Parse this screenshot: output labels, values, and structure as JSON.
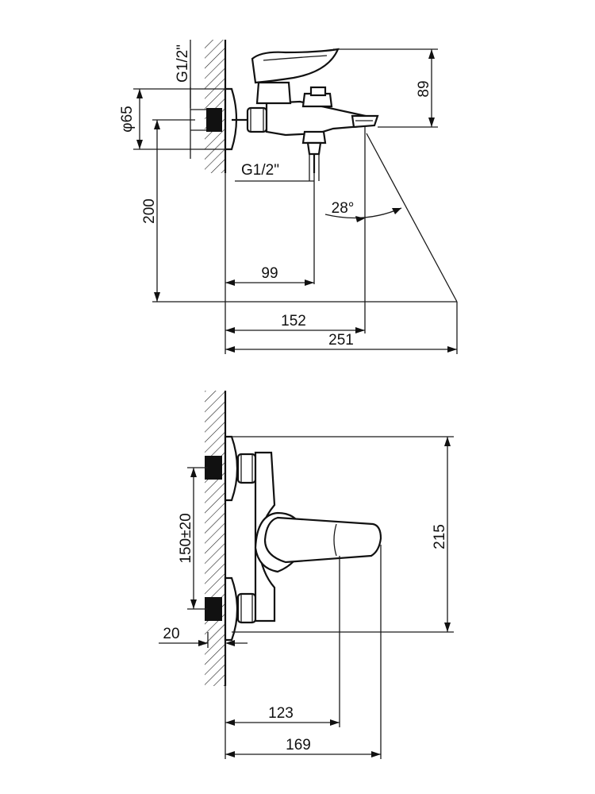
{
  "side_view": {
    "thread_top": "G1/2\"",
    "diameter": "φ65",
    "height": "89",
    "thread_bottom": "G1/2\"",
    "drop": "200",
    "angle": "28°",
    "outlet_offset": "99",
    "spout_reach": "152",
    "total_depth": "251"
  },
  "top_view": {
    "centers": "150±20",
    "total_width": "215",
    "wall_offset": "20",
    "handle_reach": "123",
    "total_reach": "169"
  },
  "colors": {
    "line": "#111111",
    "background": "#ffffff"
  }
}
